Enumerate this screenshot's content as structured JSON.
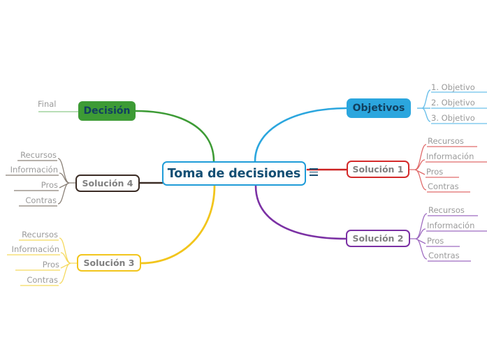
{
  "diagram": {
    "type": "mind-map",
    "title": "Toma de decisiones",
    "root": {
      "label": "Toma de decisiones",
      "border_color": "#1f9cd8",
      "text_color": "#144f74",
      "fill": "#ffffff"
    },
    "collapse_icon": "hamburger-icon",
    "branches": [
      {
        "id": "objetivos",
        "label": "Objetivos",
        "side": "right",
        "style": "filled",
        "color": "#2ba6de",
        "text_color": "#12405f",
        "children": [
          {
            "label": "1. Objetivo"
          },
          {
            "label": "2. Objetivo"
          },
          {
            "label": "3. Objetivo"
          }
        ]
      },
      {
        "id": "solucion-1",
        "label": "Solución 1",
        "side": "right",
        "style": "outlined",
        "color": "#d42a2a",
        "text_color": "#808080",
        "children": [
          {
            "label": "Recursos"
          },
          {
            "label": "Información"
          },
          {
            "label": "Pros"
          },
          {
            "label": "Contras"
          }
        ]
      },
      {
        "id": "solucion-2",
        "label": "Solución 2",
        "side": "right",
        "style": "outlined",
        "color": "#7b31a4",
        "text_color": "#808080",
        "children": [
          {
            "label": "Recursos"
          },
          {
            "label": "Información"
          },
          {
            "label": "Pros"
          },
          {
            "label": "Contras"
          }
        ]
      },
      {
        "id": "decision",
        "label": "Decisión",
        "side": "left",
        "style": "filled",
        "color": "#3d9b35",
        "text_color": "#12405f",
        "children": [
          {
            "label": "Final"
          }
        ]
      },
      {
        "id": "solucion-4",
        "label": "Solución 4",
        "side": "left",
        "style": "outlined",
        "color": "#3b2c25",
        "text_color": "#808080",
        "children": [
          {
            "label": "Recursos"
          },
          {
            "label": "Información"
          },
          {
            "label": "Pros"
          },
          {
            "label": "Contras"
          }
        ]
      },
      {
        "id": "solucion-3",
        "label": "Solución 3",
        "side": "left",
        "style": "outlined",
        "color": "#f2c51c",
        "text_color": "#808080",
        "children": [
          {
            "label": "Recursos"
          },
          {
            "label": "Información"
          },
          {
            "label": "Pros"
          },
          {
            "label": "Contras"
          }
        ]
      }
    ],
    "connector_colors": {
      "objetivos": "#2ba6de",
      "solucion_1": "#d42a2a",
      "solucion_2": "#7b31a4",
      "decision": "#3d9b35",
      "solucion_4": "#3b2c25",
      "solucion_3": "#f2c51c"
    },
    "background": "#ffffff",
    "leaf_text_color": "#9a9a9a"
  }
}
